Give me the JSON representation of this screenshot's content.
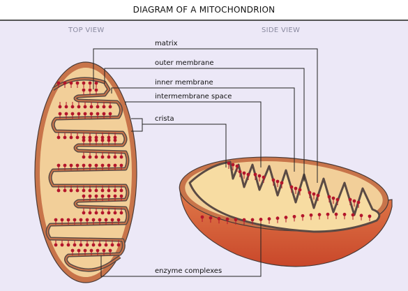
{
  "title": "DIAGRAM OF A MITOCHONDRION",
  "views": {
    "top": "TOP VIEW",
    "side": "SIDE VIEW"
  },
  "labels": {
    "matrix": "matrix",
    "outer_membrane": "outer membrane",
    "inner_membrane": "inner membrane",
    "intermembrane_space": "intermembrane space",
    "crista": "crista",
    "enzyme_complexes": "enzyme complexes"
  },
  "colors": {
    "background": "#ece8f7",
    "outer_membrane": "#c8744a",
    "matrix": "#f7dca2",
    "inner_membrane_edge": "#5a4a44",
    "enzyme": "#b3152b",
    "side_shell": "#d9603a",
    "leader_line": "#222222"
  }
}
